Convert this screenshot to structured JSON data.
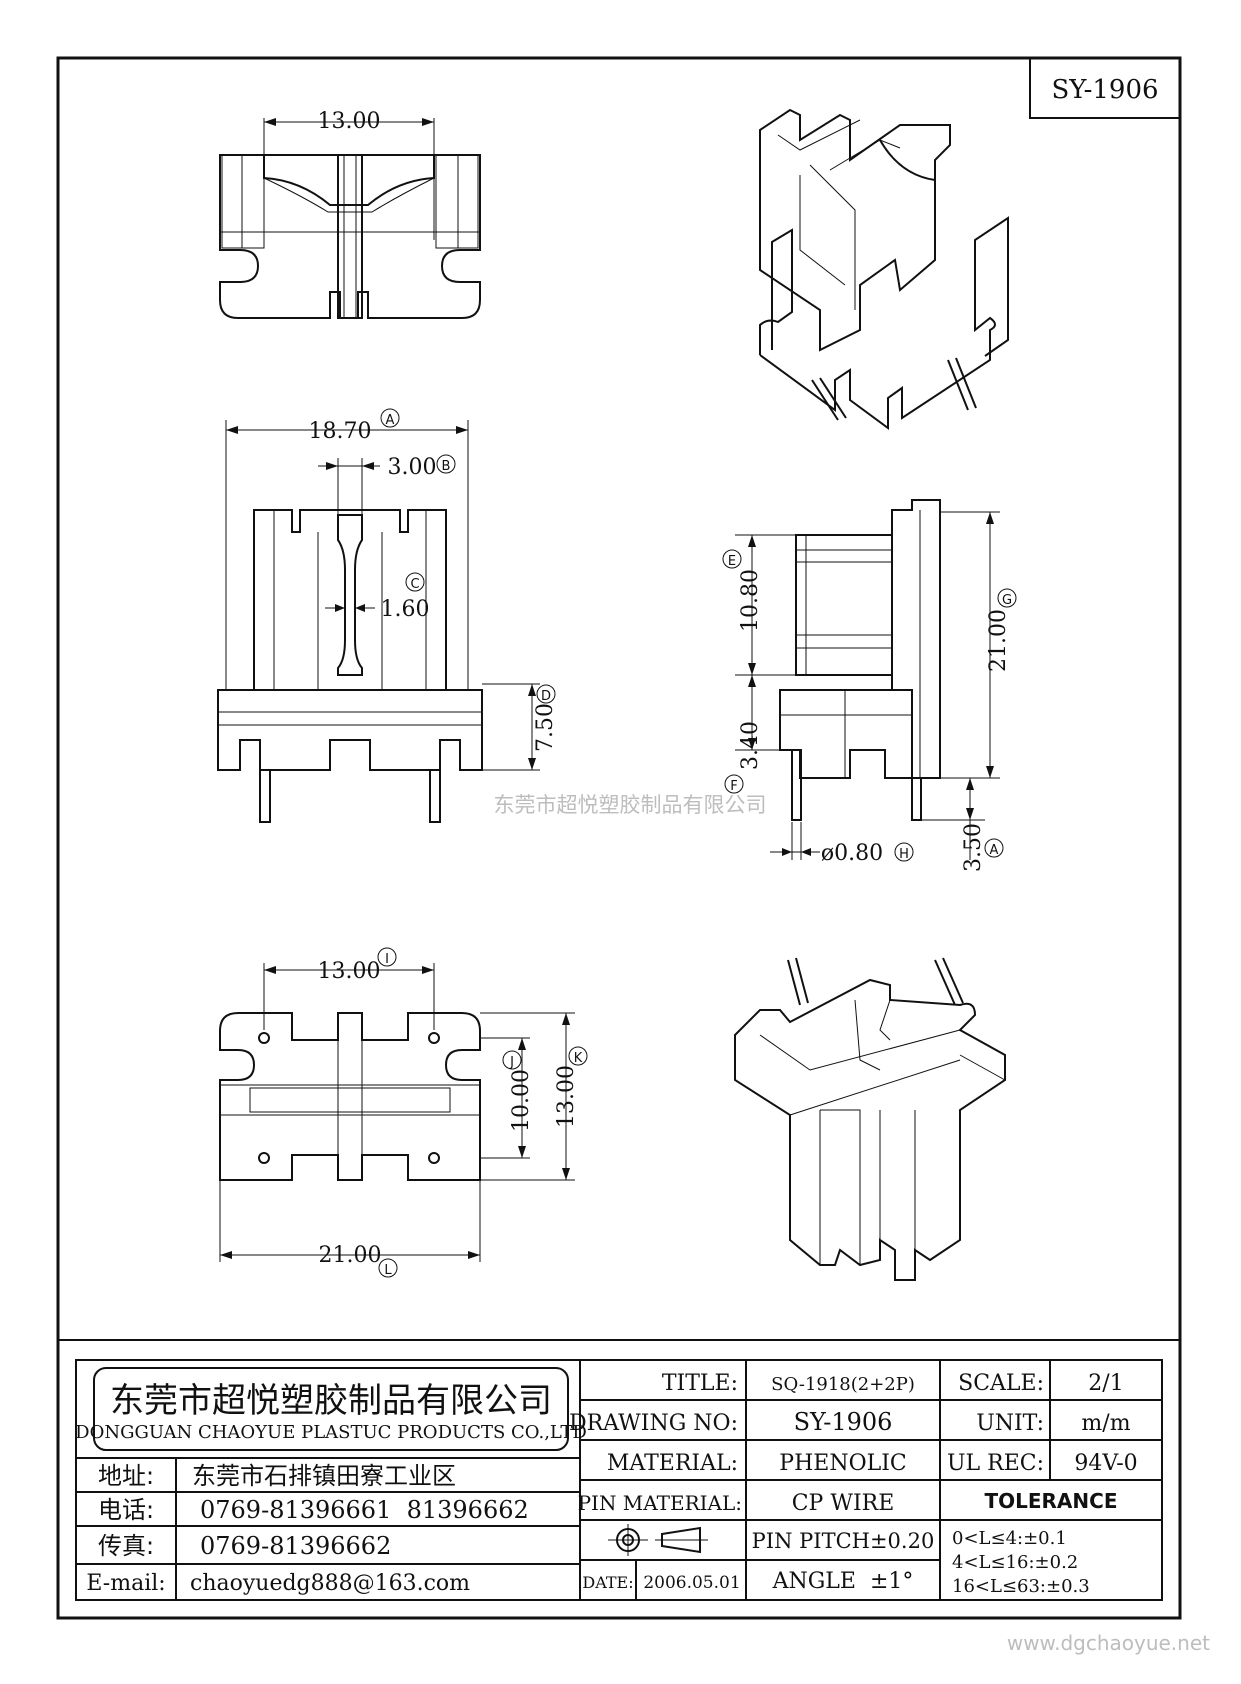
{
  "drawing_code_box": "SY-1906",
  "dims": {
    "top_view_width": "13.00",
    "front_A": "18.70",
    "front_B": "3.00",
    "front_C": "1.60",
    "front_D": "7.50",
    "side_E": "10.80",
    "side_F": "3.40",
    "side_G": "21.00",
    "side_H": "ø0.80",
    "side_A": "3.50",
    "bottom_I": "13.00",
    "bottom_J": "10.00",
    "bottom_K": "13.00",
    "bottom_L": "21.00"
  },
  "callouts": {
    "A": "A",
    "B": "B",
    "C": "C",
    "D": "D",
    "E": "E",
    "F": "F",
    "G": "G",
    "H": "H",
    "I": "I",
    "J": "J",
    "K": "K",
    "L": "L"
  },
  "watermark_center": "东莞市超悦塑胶制品有限公司",
  "watermark_corner": "www.dgchaoyue.net",
  "title_block": {
    "company_cn": "东莞市超悦塑胶制品有限公司",
    "company_en": "DONGGUAN CHAOYUE PLASTUC PRODUCTS CO.,LTD",
    "address_label": "地址:",
    "address_value": "东莞市石排镇田寮工业区",
    "phone_label": "电话:",
    "phone_value": "0769-81396661  81396662",
    "fax_label": "传真:",
    "fax_value": "0769-81396662",
    "email_label": "E-mail:",
    "email_value": "chaoyuedg888@163.com",
    "title_label": "TITLE:",
    "title_value": "SQ-1918(2+2P)",
    "drawing_no_label": "DRAWING NO:",
    "drawing_no_value": "SY-1906",
    "material_label": "MATERIAL:",
    "material_value": "PHENOLIC",
    "pin_material_label": "PIN MATERIAL:",
    "pin_material_value": "CP WIRE",
    "date_label": "DATE:",
    "date_value": "2006.05.01",
    "pin_pitch": "PIN PITCH±0.20",
    "angle": "ANGLE  ±1°",
    "scale_label": "SCALE:",
    "scale_value": "2/1",
    "unit_label": "UNIT:",
    "unit_value": "m/m",
    "ul_rec_label": "UL REC:",
    "ul_rec_value": "94V-0",
    "tolerance_label": "TOLERANCE",
    "tolerance_rows": [
      "0<L≤4:±0.1",
      "4<L≤16:±0.2",
      "16<L≤63:±0.3"
    ]
  }
}
